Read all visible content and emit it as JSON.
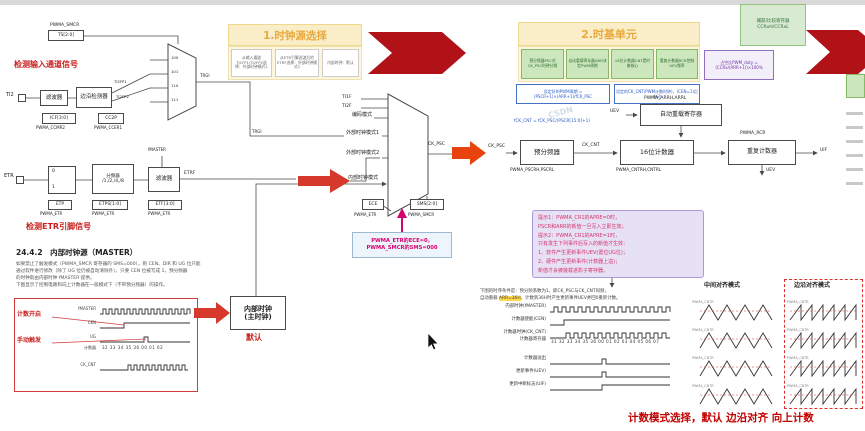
{
  "left_diagram": {
    "pwma_smcr": "PWMA_SMCR",
    "ts_box": "TS[2:0]",
    "trgi": "TRGI",
    "mux_codes": [
      "100",
      "101",
      "110",
      "111"
    ],
    "detect_input_label": "检测输入通道信号",
    "ti2": "TI2",
    "filter1": "滤波器",
    "edge_detector": "边沿检测器",
    "ti2fp1": "TI2FP1",
    "ti2fp2": "TI2FP2",
    "icf_box": "ICF[3:0]",
    "ccmr2": "PWMA_CCMR2",
    "cc2p_box": "CC2P",
    "ccer1": "PWMA_CCER1",
    "etr": "ETR",
    "pol0": "0",
    "pol1": "1",
    "divider": "分频器",
    "divider_vals": "/1,/2,/4,/8",
    "filter2": "滤波器",
    "fmaster": "fMASTER",
    "etrf": "ETRF",
    "etp_box": "ETP",
    "etps_box": "ETPS[1:0]",
    "etf_box": "ETF[3:0]",
    "reg_etr": "PWMA_ETR",
    "detect_etr_label": "检测ETR引脚信号"
  },
  "step1": {
    "title": "1.时钟源选择",
    "notes": [
      "从输入通道TI1FP1/TI2FP2选择：外部时钟模式1",
      "从ETR引脚滤波后的ETRF选择：外部时钟模式2",
      "内部时钟：默认"
    ]
  },
  "step2": {
    "title": "2.时基单元",
    "cells": [
      "预分频器PSC对CK_PSC时钟分频",
      "自动重载寄存器ARR决定PWM周期",
      "16位计数器CNT是时基核心",
      "重复计数器RCR控制UEV频率"
    ],
    "side_box": [
      "捕获/比较寄存器",
      "CCRxH/CCRxL"
    ]
  },
  "center": {
    "ti1f": "TI1F",
    "ti2f": "TI2F",
    "trgi": "TRGI",
    "modes": [
      "编码模式",
      "外部时钟模式1",
      "外部时钟模式2",
      "内部时钟模式"
    ],
    "ck_psc": "CK_PSC",
    "ece": "ECE",
    "ece_reg": "PWMA_ETR",
    "sms": "SMS[2:0]",
    "sms_reg": "PWMA_SMCR",
    "magenta1": "PWMA_ETR的ECE=0，",
    "magenta2": "PWMA_SMCR的SMS=000",
    "internal1": "内部时钟",
    "internal2": "(主时钟)",
    "default_label": "默认"
  },
  "timebase": {
    "ck_psc": "CK_PSC",
    "prescaler": "预分频器",
    "prescaler_reg": "PWMA_PSCRH,PSCRL",
    "ck_cnt": "CK_CNT",
    "counter": "16位计数器",
    "counter_reg": "PWMA_CNTRH,CNTRL",
    "repeat": "重复计数器",
    "repeat_reg": "PWMA_RCR",
    "autoreload": "自动重载寄存器",
    "autoreload_reg": "PWMA_ARRH,ARRL",
    "uev": "UEV",
    "uif": "UIF",
    "formula": "fCK_CNT = fCK_PSC/(PSCR[15:0]+1)",
    "note_blue1": "设定好的PWM周期 = (PSCR+1)×(ARR+1)/fCK_PSC",
    "note_blue2": "设定的CK_CNT(PWM计数时钟)，(CEN=1)后启动",
    "note_purple": "占空比PWM_duty = (CCRx/(ARR+1))×100%",
    "tips": [
      "提示1：PWMA_CR1的APRE=0时，",
      "PSCR和ARR的新值一旦写入立即生效；",
      "提示2：PWMA_CR1的APRE=1时，",
      "只有发生下列事件后写入的新值才生效：",
      "1、软件产生更新事件UEV(置位UG位)；",
      "2、硬件产生更新事件(计数器上溢)；",
      "新值才会被装载进影子寄存器。"
    ]
  },
  "doc": {
    "heading": "24.4.2　内部时钟源（MASTER）",
    "paras": [
      "如果禁止了触发模式（PWMA_SMCR 寄存器的 SMS=000），则 CEN、DIR 和 UG 位只能",
      "通过软件进行修改（除了 UG 位仍被自动清除外）。只要 CEN 位被写成 1，预分频器",
      "的时钟就由内部时钟 fMASTER 提供。",
      "下图显示了控制电路和向上计数器在一般模式下（不带预分频器）的操作。"
    ],
    "fig": {
      "rows": [
        "fMASTER",
        "CEN",
        "UG",
        "计数器",
        "CK_CNT"
      ],
      "counter_values": "32 33 34 35 36 00 01 02",
      "start_label": "计数开启",
      "trigger_label": "手动触发"
    }
  },
  "timing": {
    "caption1": "下图的时序条件是：预分频系数为1，即CK_PSC与CK_CNT同频，",
    "caption2_pre": "自动重载 ",
    "caption2_hl": "ARR=36H",
    "caption2_post": "，计数到36H时产生更新事件UEV并回0重新计数。",
    "rows": [
      "内部时钟(fMASTER)",
      "计数器使能(CEN)",
      "计数器时钟(CK_CNT)",
      "计数器寄存器",
      "计数器溢出",
      "更新事件(UEV)",
      "更新中断标志(UIF)"
    ],
    "counter_values": "31 32 33 34 35 36 00 01 02 03 04 05 06 07"
  },
  "modes_panel": {
    "center_title": "中间对齐模式",
    "edge_title": "边沿对齐模式",
    "row_label": "PWMA_CNTR",
    "footer": "计数模式选择，默认 边沿对齐 向上计数"
  },
  "watermark": "CSDN"
}
